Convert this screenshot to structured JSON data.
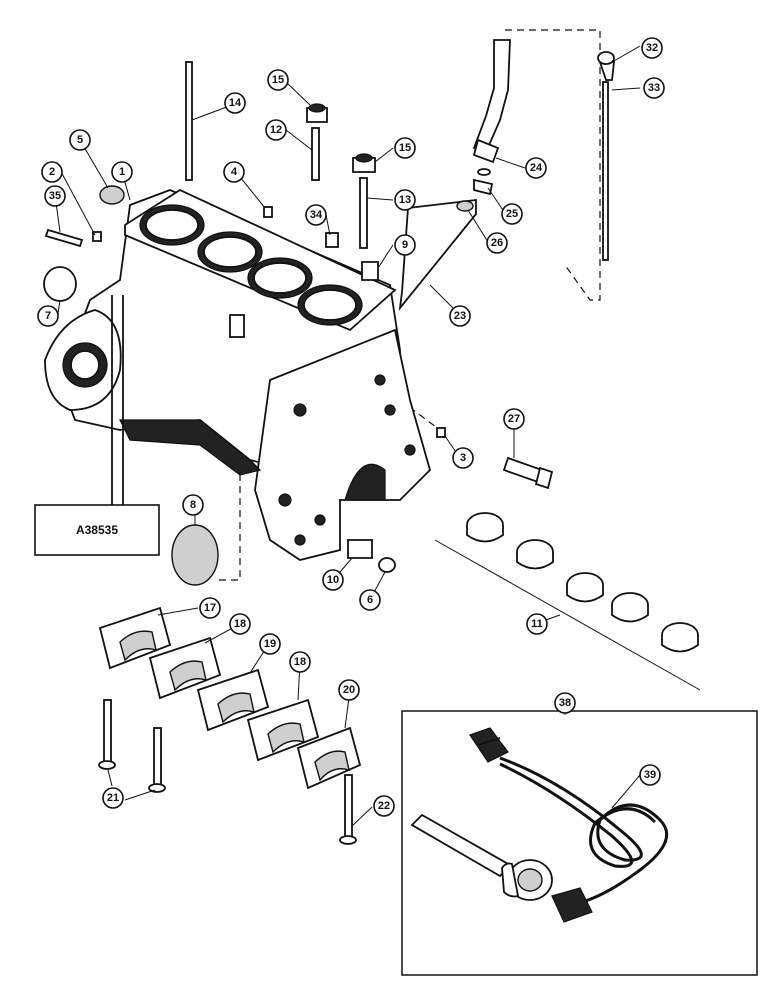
{
  "reference_label": "A38535",
  "callouts": [
    {
      "id": "c1",
      "text": "1"
    },
    {
      "id": "c2",
      "text": "2"
    },
    {
      "id": "c3",
      "text": "3"
    },
    {
      "id": "c4",
      "text": "4"
    },
    {
      "id": "c5",
      "text": "5"
    },
    {
      "id": "c6",
      "text": "6"
    },
    {
      "id": "c7",
      "text": "7"
    },
    {
      "id": "c8",
      "text": "8"
    },
    {
      "id": "c9",
      "text": "9"
    },
    {
      "id": "c10",
      "text": "10"
    },
    {
      "id": "c11",
      "text": "11"
    },
    {
      "id": "c12",
      "text": "12"
    },
    {
      "id": "c13",
      "text": "13"
    },
    {
      "id": "c14",
      "text": "14"
    },
    {
      "id": "c15a",
      "text": "15"
    },
    {
      "id": "c15b",
      "text": "15"
    },
    {
      "id": "c17",
      "text": "17"
    },
    {
      "id": "c18a",
      "text": "18"
    },
    {
      "id": "c18b",
      "text": "18"
    },
    {
      "id": "c19",
      "text": "19"
    },
    {
      "id": "c20",
      "text": "20"
    },
    {
      "id": "c21",
      "text": "21"
    },
    {
      "id": "c22",
      "text": "22"
    },
    {
      "id": "c23",
      "text": "23"
    },
    {
      "id": "c24",
      "text": "24"
    },
    {
      "id": "c25",
      "text": "25"
    },
    {
      "id": "c26",
      "text": "26"
    },
    {
      "id": "c27",
      "text": "27"
    },
    {
      "id": "c32",
      "text": "32"
    },
    {
      "id": "c33",
      "text": "33"
    },
    {
      "id": "c34",
      "text": "34"
    },
    {
      "id": "c35",
      "text": "35"
    },
    {
      "id": "c38",
      "text": "38"
    },
    {
      "id": "c39",
      "text": "39"
    }
  ]
}
